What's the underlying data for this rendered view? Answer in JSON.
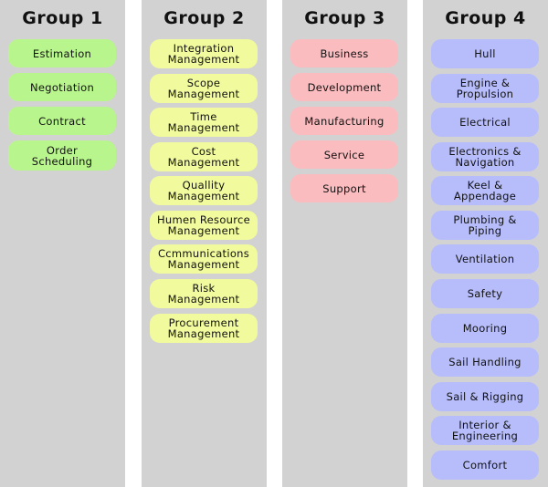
{
  "colors": {
    "column_bg": "#d3d2d3",
    "group1": "#b8f58c",
    "group2": "#f1fa9d",
    "group3": "#fbbcbf",
    "group4": "#b7bdfa"
  },
  "groups": [
    {
      "title": "Group 1",
      "items": [
        "Estimation",
        "Negotiation",
        "Contract",
        "Order\nScheduling"
      ]
    },
    {
      "title": "Group 2",
      "items": [
        "Integration\nManagement",
        "Scope\nManagement",
        "Time\nManagement",
        "Cost\nManagement",
        "Quallity\nManagement",
        "Humen Resource\nManagement",
        "Ccmmunications\nManagement",
        "Risk\nManagement",
        "Procurement\nManagement"
      ]
    },
    {
      "title": "Group 3",
      "items": [
        "Business",
        "Development",
        "Manufacturing",
        "Service",
        "Support"
      ]
    },
    {
      "title": "Group 4",
      "items": [
        "Hull",
        "Engine &\nPropulsion",
        "Electrical",
        "Electronics &\nNavigation",
        "Keel &\nAppendage",
        "Plumbing &\nPiping",
        "Ventilation",
        "Safety",
        "Mooring",
        "Sail Handling",
        "Sail & Rigging",
        "Interior &\nEngineering",
        "Comfort"
      ]
    }
  ]
}
